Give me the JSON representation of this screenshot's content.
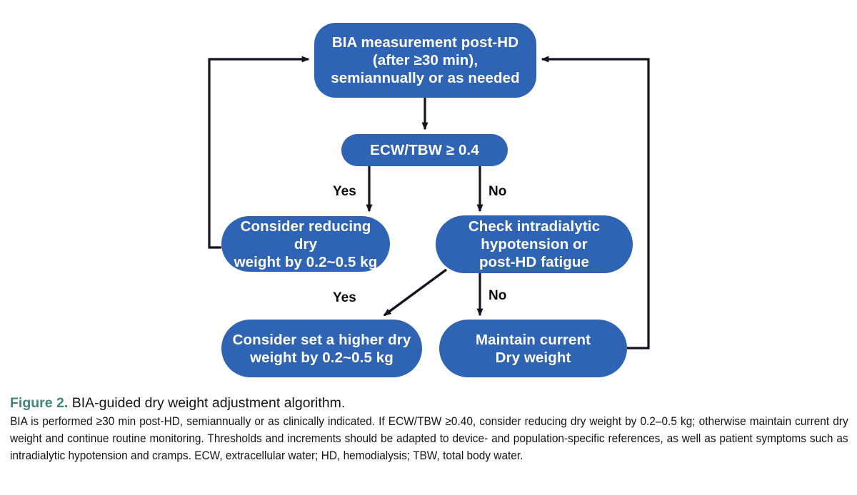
{
  "figure": {
    "number_label": "Figure 2.",
    "title": "BIA-guided dry weight adjustment algorithm.",
    "caption": "BIA is performed ≥30 min post-HD, semiannually or as clinically indicated. If ECW/TBW ≥0.40, consider reducing dry weight by 0.2–0.5 kg; otherwise maintain current dry weight and continue routine monitoring. Thresholds and increments should be adapted to device- and population-specific references, as well as patient symptoms such as intradialytic hypotension and cramps. ECW, extracellular water; HD, hemodialysis; TBW, total body water."
  },
  "colors": {
    "node_fill": "#2F63B3",
    "node_text": "#FFFFFF",
    "arrow": "#131324",
    "figure_label": "#3C8579",
    "caption_text": "#141414",
    "background": "#FFFFFF"
  },
  "chart_data": {
    "type": "diagram",
    "diagram_kind": "flowchart",
    "title": "BIA-guided dry weight adjustment algorithm",
    "nodes": [
      {
        "id": "bia",
        "shape": "rounded-rectangle",
        "lines": [
          "BIA measurement post-HD",
          "(after ≥30 min),",
          "semiannually or as needed"
        ],
        "text": "BIA measurement post-HD (after ≥30 min), semiannually or as needed"
      },
      {
        "id": "decision",
        "shape": "rounded-rectangle",
        "lines": [
          "ECW/TBW ≥ 0.4"
        ],
        "text": "ECW/TBW ≥ 0.4"
      },
      {
        "id": "reduce",
        "shape": "stadium",
        "lines": [
          "Consider reducing dry",
          "weight by 0.2~0.5 kg"
        ],
        "text": "Consider reducing dry weight by 0.2~0.5 kg"
      },
      {
        "id": "check",
        "shape": "stadium",
        "lines": [
          "Check intradialytic",
          "hypotension or",
          "post-HD fatigue"
        ],
        "text": "Check intradialytic hypotension or post-HD fatigue"
      },
      {
        "id": "higher",
        "shape": "stadium",
        "lines": [
          "Consider set a higher dry",
          "weight by 0.2~0.5 kg"
        ],
        "text": "Consider set a higher dry weight by 0.2~0.5 kg"
      },
      {
        "id": "maintain",
        "shape": "stadium",
        "lines": [
          "Maintain current",
          "Dry weight"
        ],
        "text": "Maintain current Dry weight"
      }
    ],
    "edges": [
      {
        "from": "bia",
        "to": "decision",
        "label": ""
      },
      {
        "from": "decision",
        "to": "reduce",
        "label": "Yes"
      },
      {
        "from": "decision",
        "to": "check",
        "label": "No"
      },
      {
        "from": "check",
        "to": "higher",
        "label": "Yes"
      },
      {
        "from": "check",
        "to": "maintain",
        "label": "No"
      },
      {
        "from": "reduce",
        "to": "bia",
        "label": ""
      },
      {
        "from": "maintain",
        "to": "bia",
        "label": ""
      }
    ]
  },
  "labels": {
    "yes_branch_1": "Yes",
    "no_branch_1": "No",
    "yes_branch_2": "Yes",
    "no_branch_2": "No"
  }
}
